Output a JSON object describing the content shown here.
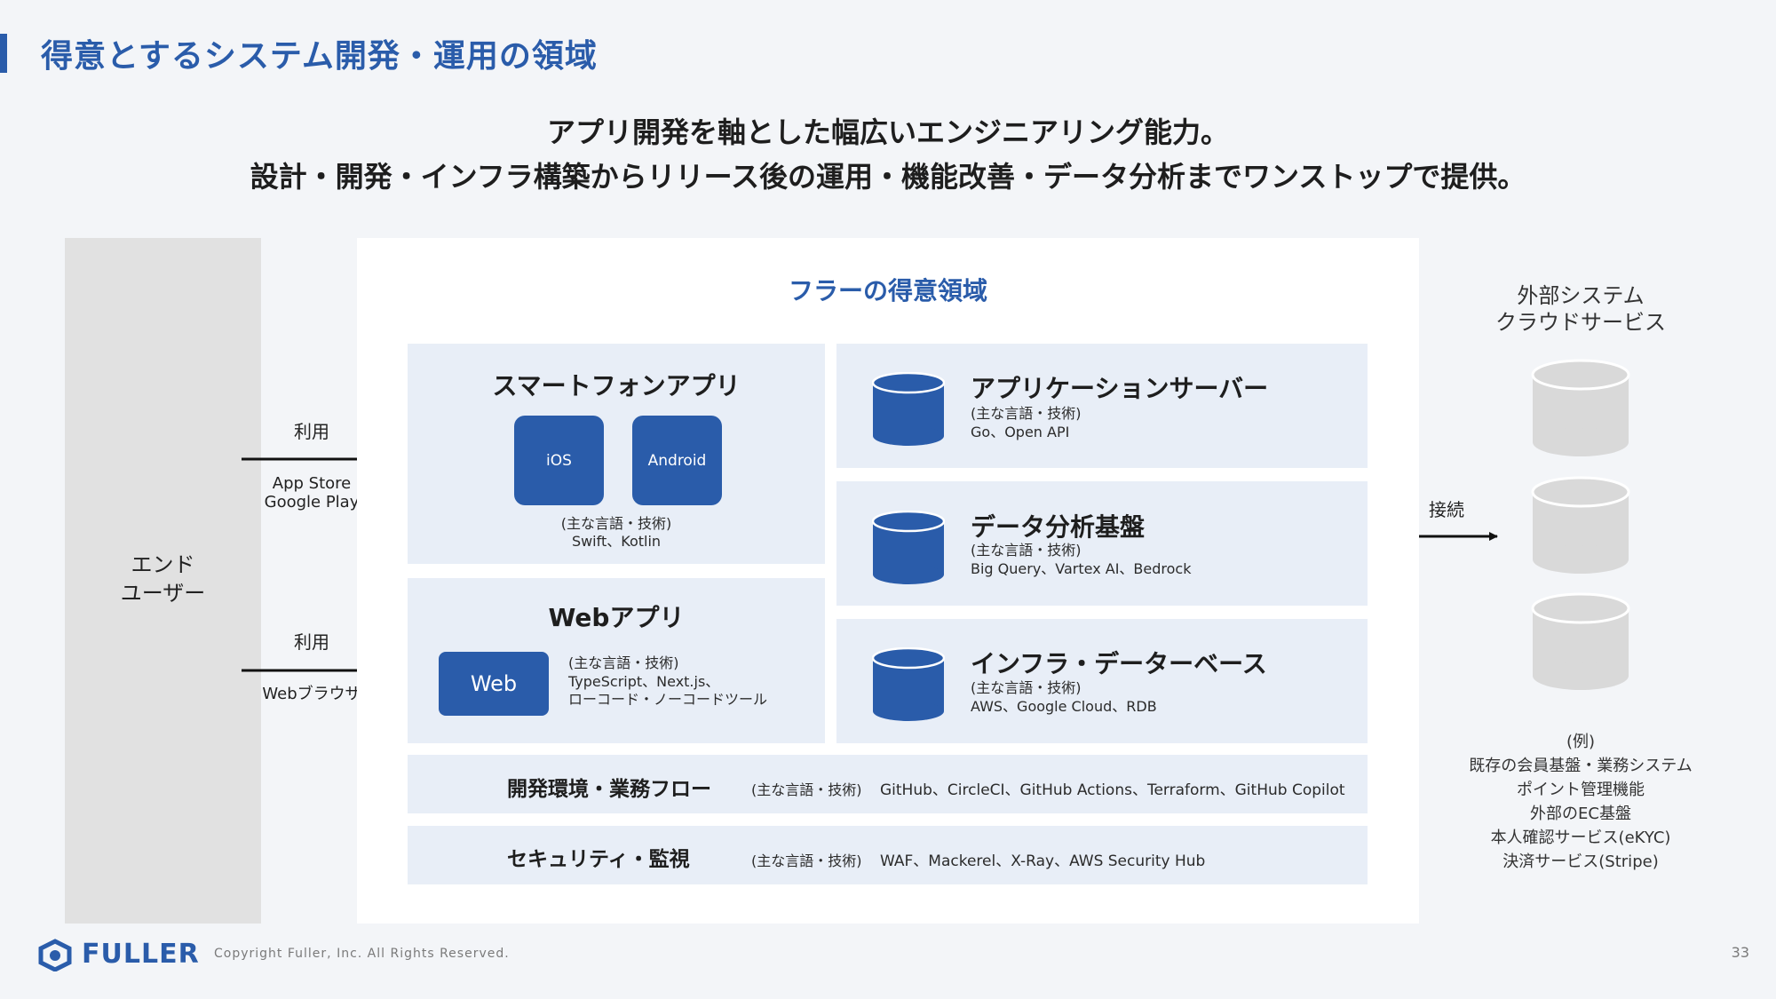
{
  "header": {
    "title": "得意とするシステム開発・運用の領域"
  },
  "subtitle": {
    "line1": "アプリ開発を軸とした幅広いエンジニアリング能力。",
    "line2": "設計・開発・インフラ構築からリリース後の運用・機能改善・データ分析までワンストップで提供。"
  },
  "end_user": {
    "line1": "エンド",
    "line2": "ユーザー"
  },
  "arrows": {
    "top": {
      "label": "利用",
      "sub1": "App Store",
      "sub2": "Google Play"
    },
    "bottom": {
      "label": "利用",
      "sub1": "Webブラウザ"
    },
    "connect": {
      "label": "接続"
    }
  },
  "main": {
    "title": "フラーの得意領域",
    "tech_caption": "(主な言語・技術)",
    "smartphone": {
      "title": "スマートフォンアプリ",
      "tile1": "iOS",
      "tile2": "Android",
      "tech": "Swift、Kotlin"
    },
    "web": {
      "title": "Webアプリ",
      "tile": "Web",
      "tech1": "TypeScript、Next.js、",
      "tech2": "ローコード・ノーコードツール"
    },
    "app_server": {
      "title": "アプリケーションサーバー",
      "tech": "Go、Open API"
    },
    "data_analysis": {
      "title": "データ分析基盤",
      "tech": "Big Query、Vartex AI、Bedrock"
    },
    "infra": {
      "title": "インフラ・データーベース",
      "tech": "AWS、Google Cloud、RDB"
    },
    "dev_env": {
      "title": "開発環境・業務フロー",
      "tech": "GitHub、CircleCI、GitHub Actions、Terraform、GitHub Copilot"
    },
    "security": {
      "title": "セキュリティ・監視",
      "tech": "WAF、Mackerel、X-Ray、AWS Security Hub"
    }
  },
  "external": {
    "title1": "外部システム",
    "title2": "クラウドサービス",
    "examples": [
      "(例)",
      "既存の会員基盤・業務システム",
      "ポイント管理機能",
      "外部のEC基盤",
      "本人確認サービス(eKYC)",
      "決済サービス(Stripe)"
    ]
  },
  "footer": {
    "logo": "FULLER",
    "copyright": "Copyright Fuller, Inc. All Rights Reserved.",
    "page": "33"
  },
  "colors": {
    "accent": "#2a5caa",
    "box": "#e8eef7",
    "enduser": "#e1e1e1",
    "cylinder_gray": "#d9d9d9"
  },
  "icons": {
    "database": "database-icon",
    "external_db": "cylinder-icon",
    "logo": "fuller-logo-icon"
  }
}
